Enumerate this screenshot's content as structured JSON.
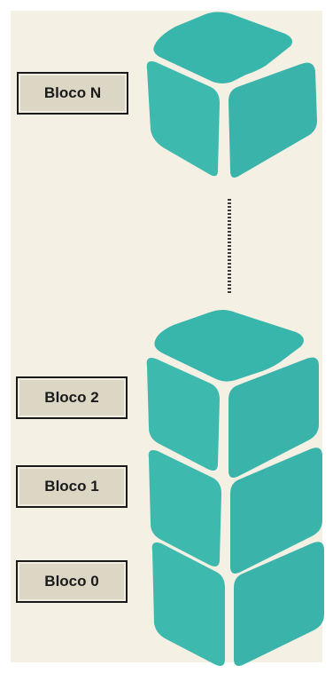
{
  "blocks": {
    "top_label": "Bloco N",
    "stack_labels": [
      "Bloco 2",
      "Bloco 1",
      "Bloco 0"
    ]
  },
  "colors": {
    "cube": "#3bb5ab",
    "background": "#f4f0e4",
    "label_fill": "#dcd6c4",
    "label_border": "#1a1a1a"
  }
}
